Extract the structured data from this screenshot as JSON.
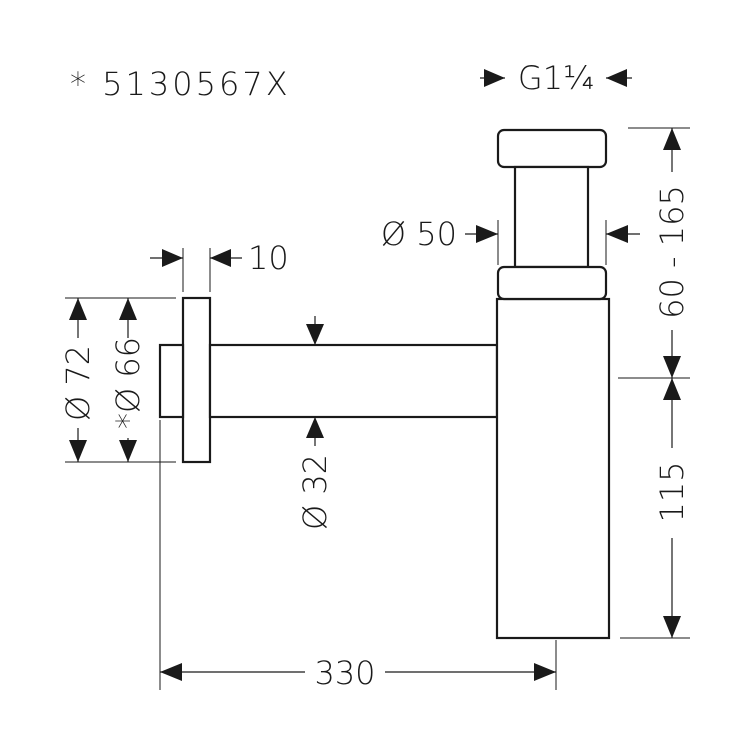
{
  "article": "* 5130567X",
  "dimensions": {
    "thread": "G1¼",
    "height_top": "60 - 165",
    "height_bottom": "115",
    "body_diameter": "Ø 50",
    "wall_thickness": "10",
    "rosette_outer": "Ø 72",
    "rosette_inner": "*Ø 66",
    "pipe_diameter": "Ø 32",
    "length": "330"
  }
}
